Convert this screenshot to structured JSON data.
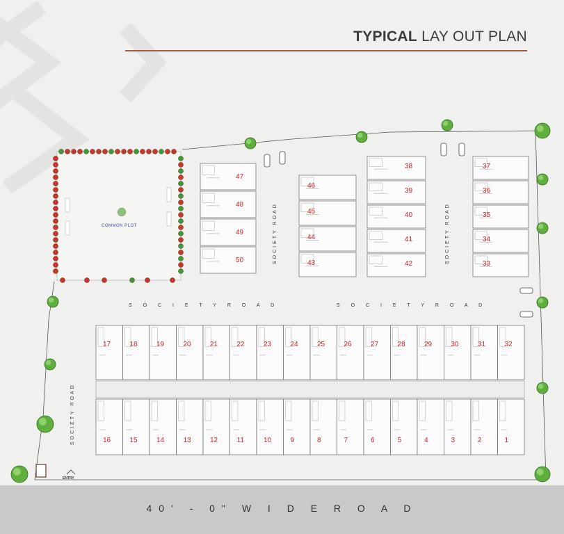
{
  "header": {
    "title_bold": "TYPICAL",
    "title_rest": " LAY OUT PLAN"
  },
  "roads": {
    "main_road": "40' - 0\"  W I D E  R O A D",
    "society_road_h": "S O C I E T Y   R O A D",
    "society_road_v": "SOCIETY ROAD"
  },
  "common_plot": {
    "label": "COMMON PLOT"
  },
  "entry": {
    "label": "ENTRY"
  },
  "plots": {
    "block_a": [
      "47",
      "48",
      "49",
      "50"
    ],
    "block_b_left": [
      "46",
      "45",
      "44",
      "43"
    ],
    "block_b_right": [
      "38",
      "39",
      "40",
      "41",
      "42"
    ],
    "block_c": [
      "37",
      "36",
      "35",
      "34",
      "33"
    ],
    "row_top": [
      "17",
      "18",
      "19",
      "20",
      "21",
      "22",
      "23",
      "24",
      "25",
      "26",
      "27",
      "28",
      "29",
      "30",
      "31",
      "32"
    ],
    "row_bottom": [
      "16",
      "15",
      "14",
      "13",
      "12",
      "11",
      "10",
      "9",
      "8",
      "7",
      "6",
      "5",
      "4",
      "3",
      "2",
      "1"
    ]
  },
  "colors": {
    "plot_number": "#d2232a",
    "title_rule": "#a45a3c",
    "road_band": "#c9c9c9",
    "hedge_red": "#c0392b",
    "hedge_green": "#3a9a3a"
  }
}
